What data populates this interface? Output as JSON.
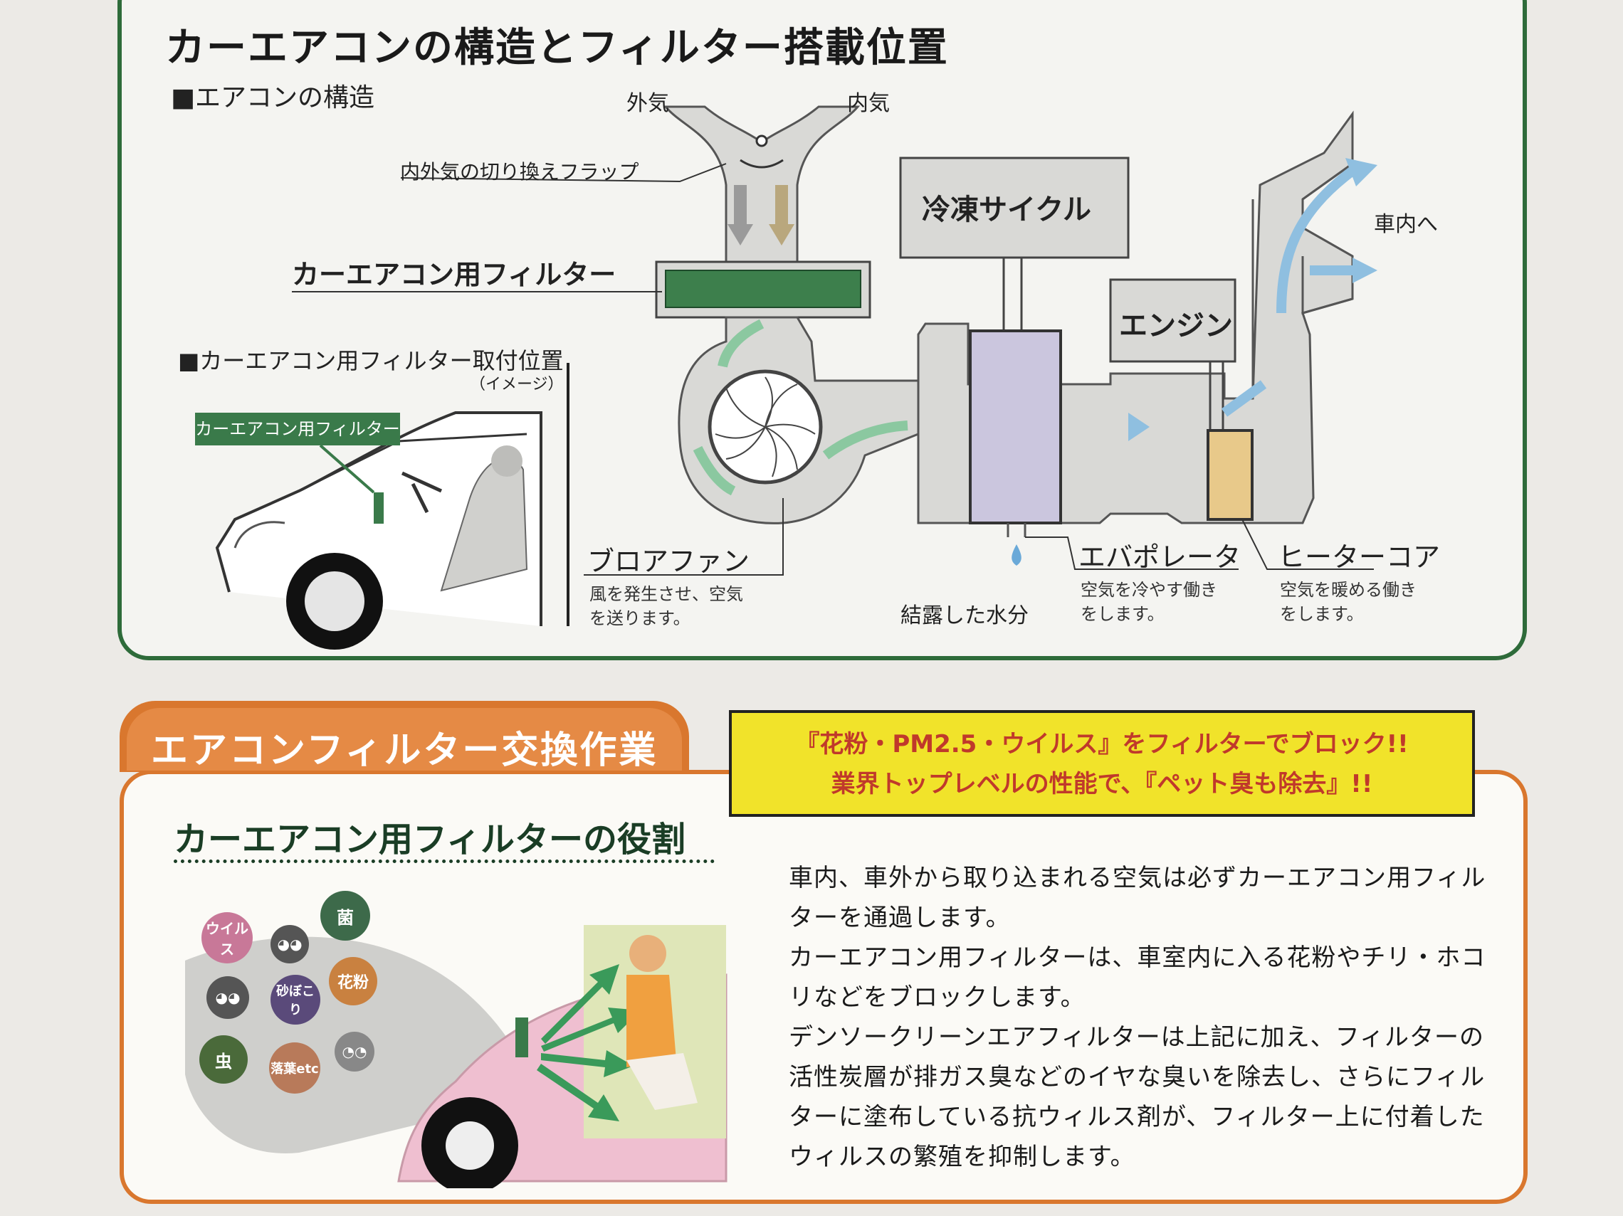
{
  "top": {
    "title": "カーエアコンの構造とフィルター搭載位置",
    "structure_heading": "■エアコンの構造",
    "outside_air": "外気",
    "inside_air": "内気",
    "flap_label": "内外気の切り換えフラップ",
    "filter_label": "カーエアコン用フィルター",
    "refrigeration_cycle": "冷凍サイクル",
    "engine": "エンジン",
    "to_cabin": "車内へ",
    "mount_heading": "■カーエアコン用フィルター取付位置",
    "mount_note": "（イメージ）",
    "mount_tag": "カーエアコン用フィルター",
    "blower_fan": "ブロアファン",
    "blower_desc": "風を発生させ、空気を送ります。",
    "condensation": "結露した水分",
    "evaporator": "エバポレータ",
    "evaporator_desc": "空気を冷やす働きをします。",
    "heater_core": "ヒーターコア",
    "heater_desc": "空気を暖める働きをします。"
  },
  "bottom": {
    "section_title": "エアコンフィルター交換作業",
    "callout_line1": "『花粉・PM2.5・ウイルス』をフィルターでブロック!!",
    "callout_line2": "業界トップレベルの性能で、『ペット臭も除去』!!",
    "role_title": "カーエアコン用フィルターの役割",
    "bubbles": {
      "virus": "ウイルス",
      "germ": "菌",
      "pollen": "花粉",
      "dust": "砂ぼこり",
      "bug": "虫",
      "leaves": "落葉etc"
    },
    "paragraphs": [
      "車内、車外から取り込まれる空気は必ずカーエアコン用フィルターを通過します。",
      "カーエアコン用フィルターは、車室内に入る花粉やチリ・ホコリなどをブロックします。",
      "デンソークリーンエアフィルターは上記に加え、フィルターの活性炭層が排ガス臭などのイヤな臭いを除去し、さらにフィルターに塗布している抗ウィルス剤が、フィルター上に付着したウィルスの繁殖を抑制します。"
    ]
  },
  "colors": {
    "green_border": "#2e6b3a",
    "orange_border": "#d9772e",
    "callout_bg": "#f1e32a",
    "callout_text": "#c0392b"
  }
}
